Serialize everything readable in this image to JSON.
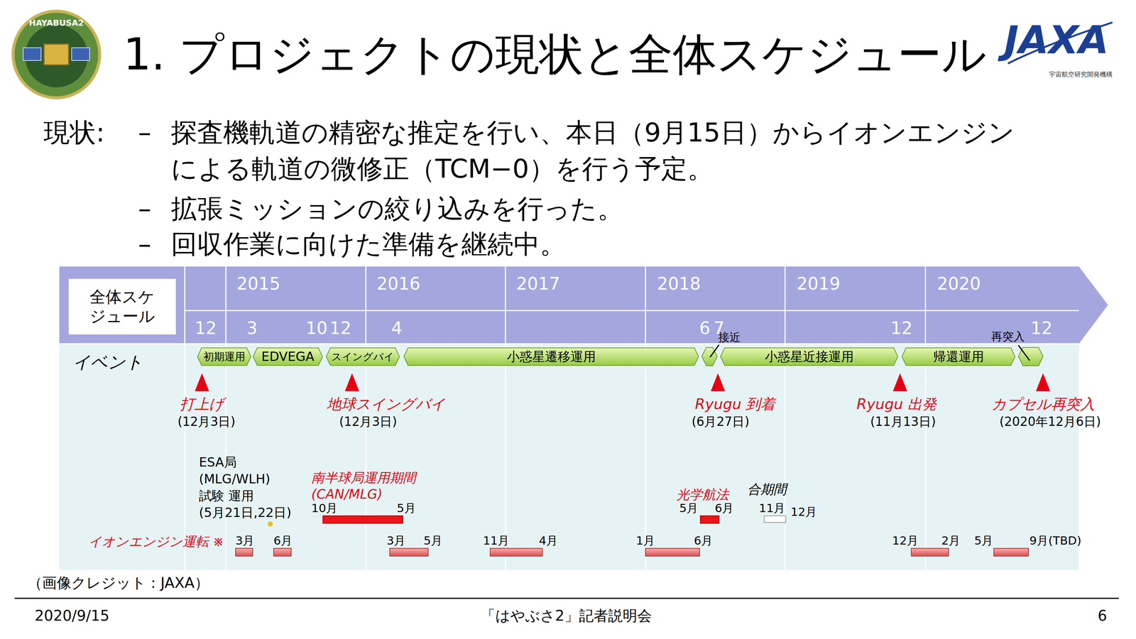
{
  "diagram": {
    "title": "1. プロジェクトの現状と全体スケジュール",
    "nodes": [
      {
        "text": [
          "全体スケ ジュール"
        ]
      },
      {
        "text": [
          "初期運用"
        ]
      },
      {
        "text": [
          "EDVEGA"
        ]
      },
      {
        "text": [
          "スイングバイ"
        ]
      },
      {
        "text": [
          "小惑星遷移運用"
        ]
      },
      {
        "text": [
          "小惑星近接運用"
        ]
      },
      {
        "text": [
          "帰還運用"
        ]
      }
    ],
    "labels": [
      "HAYABUSA2",
      "JAXA",
      "宇宙航空研究開発機構",
      "現状:",
      "–",
      "探査機軌道の精密な推定を行い、本日（9月15日）からイオンエンジン による軌道の微修正（TCM−0）を行う予定。",
      "–",
      "拡張ミッションの絞り込みを行った。",
      "–",
      "回収作業に向けた準備を継続中。",
      "2015",
      "2016",
      "2017",
      "2018",
      "2019",
      "2020",
      "12",
      "3",
      "10",
      "12",
      "4",
      "6",
      "7",
      "12",
      "12",
      "イベント",
      "接近",
      "再突入",
      "打上げ",
      "(12月3日)",
      "地球スイングバイ",
      "(12月3日)",
      "Ryugu 到着",
      "(6月27日)",
      "Ryugu 出発",
      "(11月13日)",
      "カプセル再突入",
      "(2020年12月6日)",
      "ESA局 (MLG/WLH)試験 運用 (5月21日,22日)",
      "南半球局運用期間 (CAN/MLG)",
      "10月",
      "5月",
      "光学航法",
      "5月",
      "6月",
      "合期間",
      "11月",
      "12月",
      "イオンエンジン運転 ※",
      "3月",
      "6月",
      "3月",
      "5月",
      "11月",
      "4月",
      "1月",
      "6月",
      "12月",
      "2月",
      "5月",
      "9月(TBD)",
      "（画像クレジット：JAXA）",
      "2020/9/15",
      "「はやぶさ2」記者説明会",
      "6"
    ]
  }
}
